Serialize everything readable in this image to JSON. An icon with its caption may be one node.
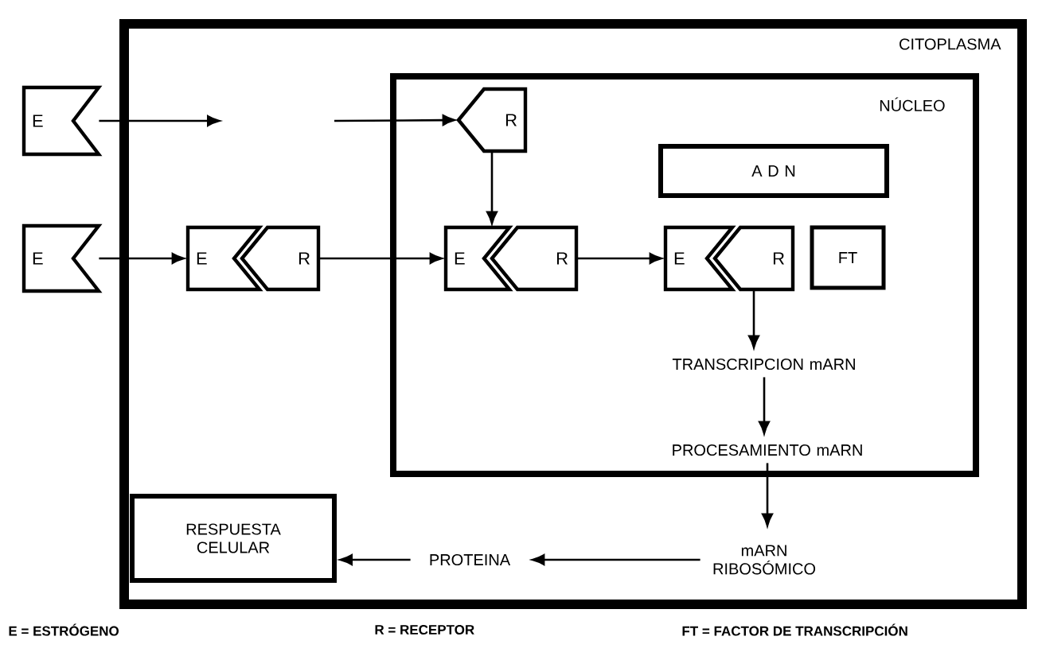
{
  "diagram": {
    "nodes": [
      {
        "text": [
          "CITOPLASMA"
        ]
      },
      {
        "text": [
          "NÚCLEO"
        ],
        "in": 0
      },
      {
        "text": [
          "E"
        ]
      },
      {
        "text": [
          "R"
        ],
        "in": 1
      },
      {
        "text": [
          "A D N"
        ],
        "in": 1
      },
      {
        "text": [
          "E"
        ]
      },
      {
        "text": [
          "E"
        ],
        "in": 0
      },
      {
        "text": [
          "R"
        ],
        "in": 0
      },
      {
        "text": [
          "E"
        ],
        "in": 1
      },
      {
        "text": [
          "R"
        ],
        "in": 1
      },
      {
        "text": [
          "E"
        ],
        "in": 1
      },
      {
        "text": [
          "R"
        ],
        "in": 1
      },
      {
        "text": [
          "FT"
        ],
        "in": 1
      },
      {
        "text": [
          "TRANSCRIPCION mARN"
        ],
        "in": 1
      },
      {
        "text": [
          "PROCESAMIENTO mARN"
        ],
        "in": 1
      },
      {
        "text": [
          "mARN RIBOSÓMICO"
        ],
        "in": 0
      },
      {
        "text": [
          "PROTEINA"
        ],
        "in": 0
      },
      {
        "text": [
          "RESPUESTA CELULAR"
        ],
        "in": 0
      }
    ],
    "edges": [
      {
        "from": 2,
        "to": null,
        "arrow": "to"
      },
      {
        "from": null,
        "to": 3,
        "arrow": "to"
      },
      {
        "from": 3,
        "to": 8,
        "arrow": "to"
      },
      {
        "from": 5,
        "to": 6,
        "arrow": "to"
      },
      {
        "from": 7,
        "to": 8,
        "arrow": "to"
      },
      {
        "from": 9,
        "to": 10,
        "arrow": "to"
      },
      {
        "from": 11,
        "to": 13,
        "arrow": "to"
      },
      {
        "from": 13,
        "to": 14,
        "arrow": "to"
      },
      {
        "from": 14,
        "to": 15,
        "arrow": "to"
      },
      {
        "from": 15,
        "to": 16,
        "arrow": "to"
      },
      {
        "from": 16,
        "to": 17,
        "arrow": "to"
      }
    ],
    "labels": [
      "E = ESTRÓGENO",
      "R = RECEPTOR",
      "FT = FACTOR DE TRANSCRIPCIÓN"
    ]
  }
}
